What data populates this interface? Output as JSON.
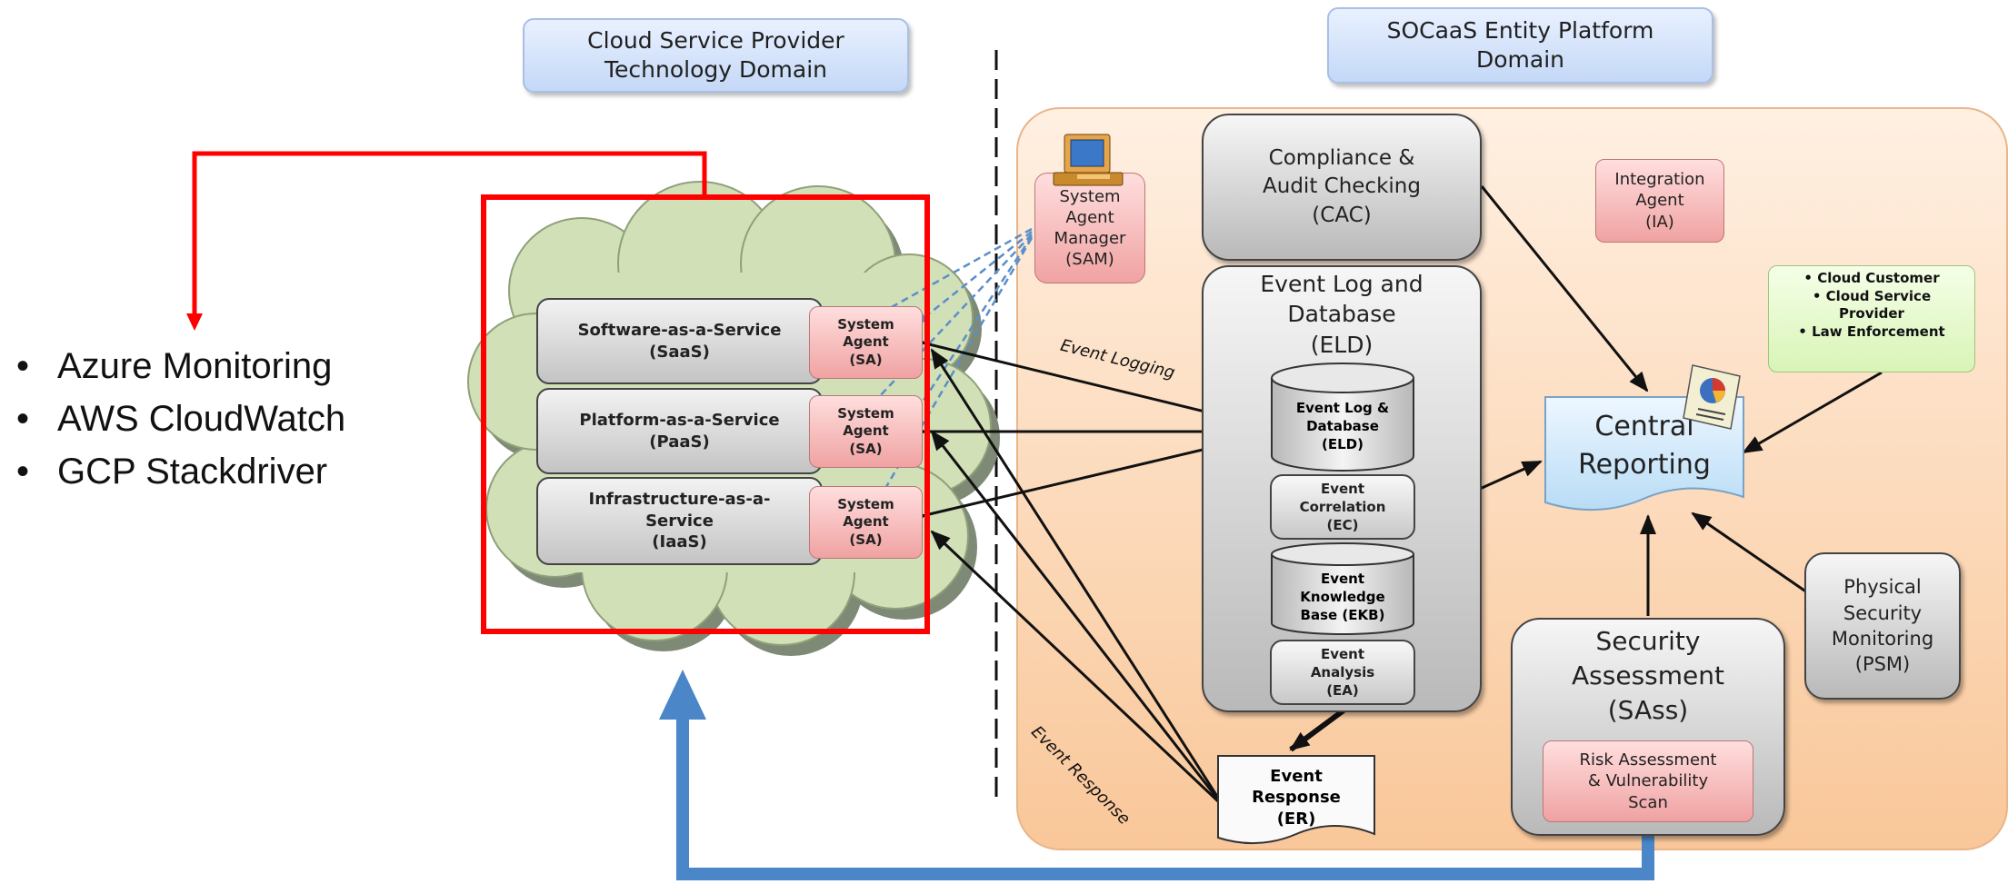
{
  "domains": {
    "csp": "Cloud Service Provider\nTechnology Domain",
    "socaas": "SOCaaS Entity Platform\nDomain"
  },
  "monitoring_tools": [
    "Azure Monitoring",
    "AWS CloudWatch",
    "GCP Stackdriver"
  ],
  "cloud": {
    "layers": [
      {
        "label": "Software-as-a-Service\n(SaaS)",
        "agent": "System\nAgent\n(SA)"
      },
      {
        "label": "Platform-as-a-Service\n(PaaS)",
        "agent": "System\nAgent\n(SA)"
      },
      {
        "label": "Infrastructure-as-a-\nService\n(IaaS)",
        "agent": "System\nAgent\n(SA)"
      }
    ]
  },
  "platform": {
    "sam": "System\nAgent\nManager\n(SAM)",
    "cac": "Compliance &\nAudit Checking\n(CAC)",
    "eld_title": "Event Log and\nDatabase\n(ELD)",
    "eld_db": "Event Log &\nDatabase\n(ELD)",
    "ec": "Event\nCorrelation\n(EC)",
    "ekb": "Event\nKnowledge\nBase (EKB)",
    "ea": "Event\nAnalysis\n(EA)",
    "er": "Event\nResponse\n(ER)",
    "ia": "Integration\nAgent\n(IA)",
    "stakeholders": [
      "Cloud Customer",
      "Cloud Service\nProvider",
      "Law Enforcement"
    ],
    "central": "Central\nReporting",
    "psm": "Physical\nSecurity\nMonitoring\n(PSM)",
    "sass": "Security\nAssessment\n(SAss)",
    "risk": "Risk Assessment\n& Vulnerability\nScan"
  },
  "edge_labels": {
    "logging": "Event Logging",
    "response": "Event Response"
  },
  "colors": {
    "highlight_red": "#ff0000",
    "feedback_blue": "#4a86c8",
    "agent_link_blue": "#5b8fc9"
  }
}
